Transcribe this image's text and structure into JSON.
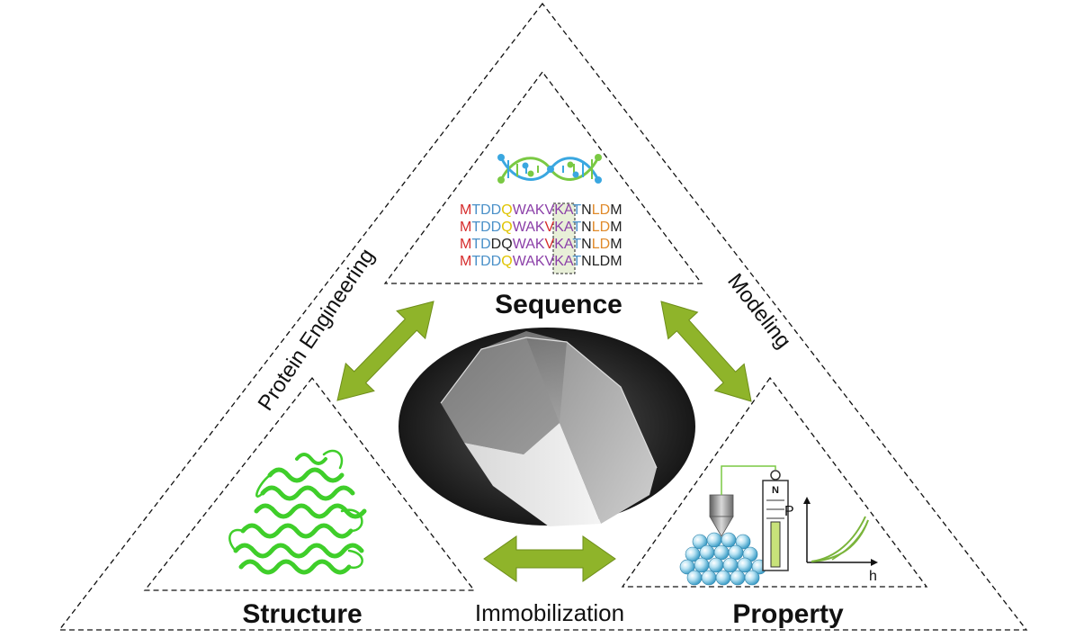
{
  "labels": {
    "sequence": "Sequence",
    "structure": "Structure",
    "property": "Property",
    "immobilization": "Immobilization",
    "protein_engineering": "Protein Engineering",
    "modeling": "Modeling"
  },
  "sequence_rows": [
    [
      "M",
      "T",
      "D",
      "D",
      "Q",
      "W",
      "A",
      "K",
      "V",
      "K",
      "A",
      "T",
      "N",
      "L",
      "D",
      "M"
    ],
    [
      "M",
      "T",
      "D",
      "D",
      "Q",
      "W",
      "A",
      "K",
      "V",
      "K",
      "A",
      "T",
      "N",
      "L",
      "D",
      "M"
    ],
    [
      "M",
      "T",
      "D",
      "D",
      "Q",
      "W",
      "A",
      "K",
      "V",
      "K",
      "A",
      "T",
      "N",
      "L",
      "D",
      "M"
    ],
    [
      "M",
      "T",
      "D",
      "D",
      "Q",
      "W",
      "A",
      "K",
      "V",
      "K",
      "A",
      "T",
      "N",
      "L",
      "D",
      "M"
    ]
  ],
  "sequence_colors": [
    [
      "#d62d2d",
      "#4a90c8",
      "#4a90c8",
      "#4a90c8",
      "#e0c400",
      "#8b3fa8",
      "#8b3fa8",
      "#8b3fa8",
      "#8b3fa8",
      "#8b3fa8",
      "#8b3fa8",
      "#4a90c8",
      "#222222",
      "#e08a2a",
      "#e08a2a",
      "#222222"
    ],
    [
      "#d62d2d",
      "#4a90c8",
      "#4a90c8",
      "#4a90c8",
      "#e0c400",
      "#8b3fa8",
      "#8b3fa8",
      "#8b3fa8",
      "#d62d2d",
      "#8b3fa8",
      "#8b3fa8",
      "#4a90c8",
      "#222222",
      "#e08a2a",
      "#e08a2a",
      "#222222"
    ],
    [
      "#d62d2d",
      "#4a90c8",
      "#4a90c8",
      "#222222",
      "#222222",
      "#8b3fa8",
      "#8b3fa8",
      "#8b3fa8",
      "#d62d2d",
      "#8b3fa8",
      "#8b3fa8",
      "#4a90c8",
      "#222222",
      "#e08a2a",
      "#e08a2a",
      "#222222"
    ],
    [
      "#d62d2d",
      "#4a90c8",
      "#4a90c8",
      "#4a90c8",
      "#e0c400",
      "#8b3fa8",
      "#8b3fa8",
      "#8b3fa8",
      "#8b3fa8",
      "#8b3fa8",
      "#8b3fa8",
      "#4a90c8",
      "#222222",
      "#222222",
      "#222222",
      "#222222"
    ]
  ],
  "property_axes": {
    "y": "P",
    "x": "h"
  },
  "gauge_label": "N",
  "colors": {
    "arrow": "#8fb42a",
    "arrow_dark": "#6e8e1a",
    "protein": "#3fce2a",
    "dna_blue": "#3aa7e0",
    "dna_green": "#7ac943",
    "line": "#111111"
  }
}
